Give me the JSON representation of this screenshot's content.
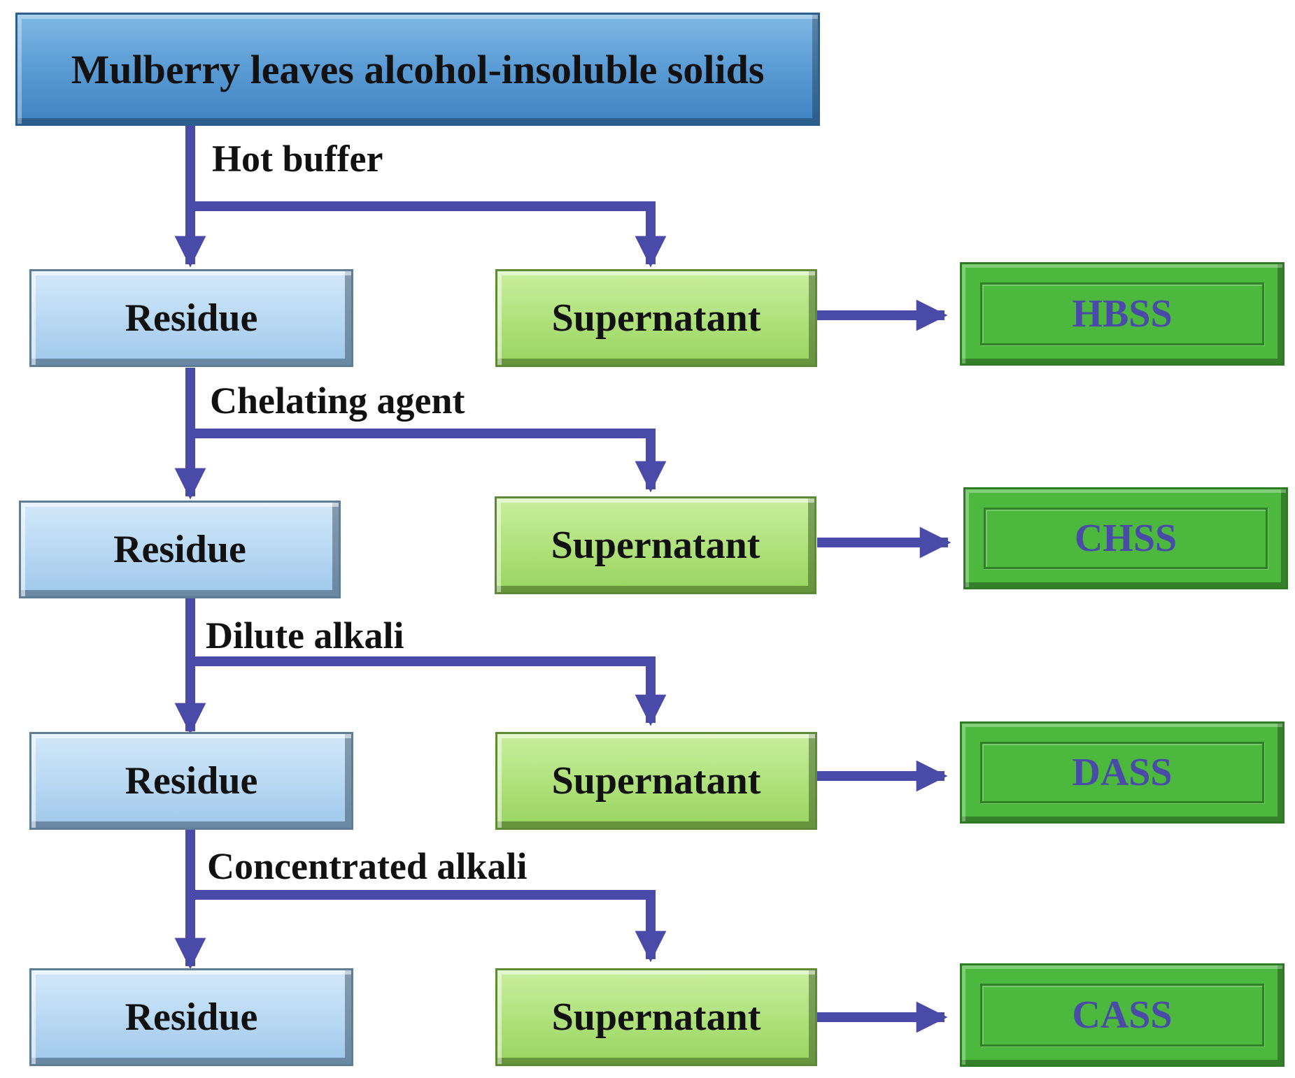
{
  "diagram": {
    "source": "Mulberry leaves alcohol-insoluble solids",
    "steps": [
      {
        "reagent": "Hot buffer",
        "residue": "Residue",
        "supernatant": "Supernatant",
        "fraction": "HBSS"
      },
      {
        "reagent": "Chelating agent",
        "residue": "Residue",
        "supernatant": "Supernatant",
        "fraction": "CHSS"
      },
      {
        "reagent": "Dilute alkali",
        "residue": "Residue",
        "supernatant": "Supernatant",
        "fraction": "DASS"
      },
      {
        "reagent": "Concentrated alkali",
        "residue": "Residue",
        "supernatant": "Supernatant",
        "fraction": "CASS"
      }
    ]
  },
  "colors": {
    "arrow": "#4a4aa8",
    "source_box": "#5a9bd4",
    "residue_box": "#b9d9f3",
    "supernatant_box": "#b1e27d",
    "fraction_box": "#4cb83d",
    "fraction_text": "#4a4aa8"
  }
}
